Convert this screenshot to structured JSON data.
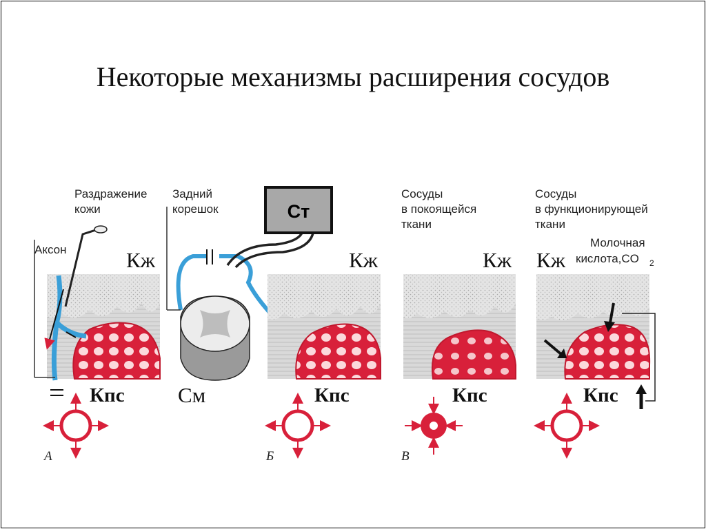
{
  "title": "Некоторые механизмы расширения сосудов",
  "labels": {
    "razdrazhenie": [
      "Раздражение",
      "кожи"
    ],
    "akson": "Аксон",
    "zadniy": [
      "Задний",
      "корешок"
    ],
    "st": "Ст",
    "sm": "См",
    "sosudy_rest": [
      "Сосуды",
      "в покоящейся",
      "ткани"
    ],
    "sosudy_func": [
      "Сосуды",
      "в функционирующей",
      "ткани"
    ],
    "molochnaya": [
      "Молочная",
      "кислота,CO"
    ],
    "co2_sub": "2",
    "kzh": "Кж",
    "kps": "Кпс",
    "panel_a": "А",
    "panel_b": "Б",
    "panel_v": "В"
  }
}
